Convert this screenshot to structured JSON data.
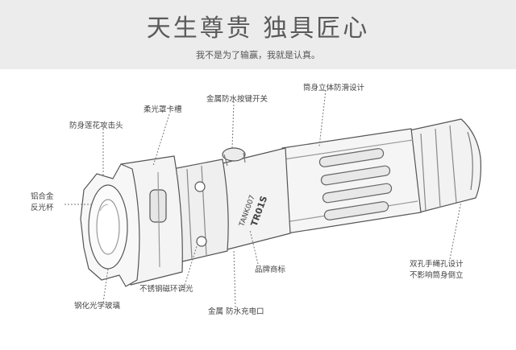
{
  "header": {
    "title": "天生尊贵  独具匠心",
    "subtitle": "我不是为了输赢，我就是认真。"
  },
  "callouts": {
    "tactical_head": "防身莲花攻击头",
    "soft_light_cover": "柔光罩卡槽",
    "metal_switch": "金属防水按键开关",
    "anti_slip_body": "筒身立体防滑设计",
    "reflector_line1": "铝合金",
    "reflector_line2": "反光杯",
    "brand_logo": "品牌商标",
    "dual_hole_line1": "双孔手绳孔设计",
    "dual_hole_line2": "不影响筒身倒立",
    "stainless_ring": "不锈钢磁环调光",
    "tempered_glass": "钢化光学玻璃",
    "metal_port": "金属  防水充电口"
  },
  "engraving": {
    "brand": "TANK007",
    "model": "TR01S"
  }
}
